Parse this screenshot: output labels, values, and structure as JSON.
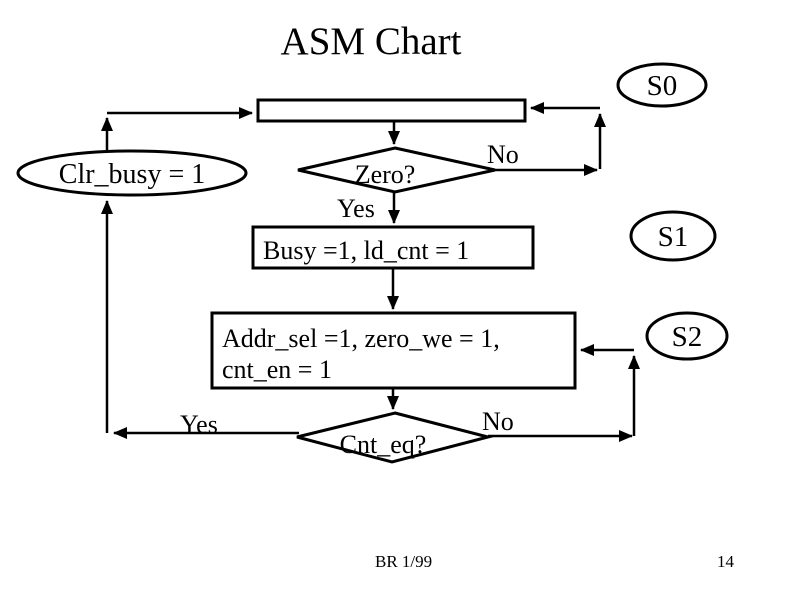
{
  "slide": {
    "title": "ASM Chart",
    "footer_text": "BR 1/99",
    "page_number": "14",
    "colors": {
      "ink": "#000000",
      "background": "#ffffff"
    }
  },
  "diagram": {
    "type": "asm-flowchart",
    "states": {
      "s0": {
        "label": "S0",
        "action_text": ""
      },
      "s1": {
        "label": "S1",
        "action_text": "Busy =1, ld_cnt = 1"
      },
      "s2": {
        "label": "S2",
        "action_line1": "Addr_sel =1, zero_we = 1,",
        "action_line2": "cnt_en = 1"
      }
    },
    "conditional_output": {
      "label": "Clr_busy = 1"
    },
    "decisions": {
      "zero": {
        "label": "Zero?",
        "yes": "Yes",
        "no": "No"
      },
      "cnt_eq": {
        "label": "Cnt_eq?",
        "yes": "Yes",
        "no": "No"
      }
    }
  }
}
